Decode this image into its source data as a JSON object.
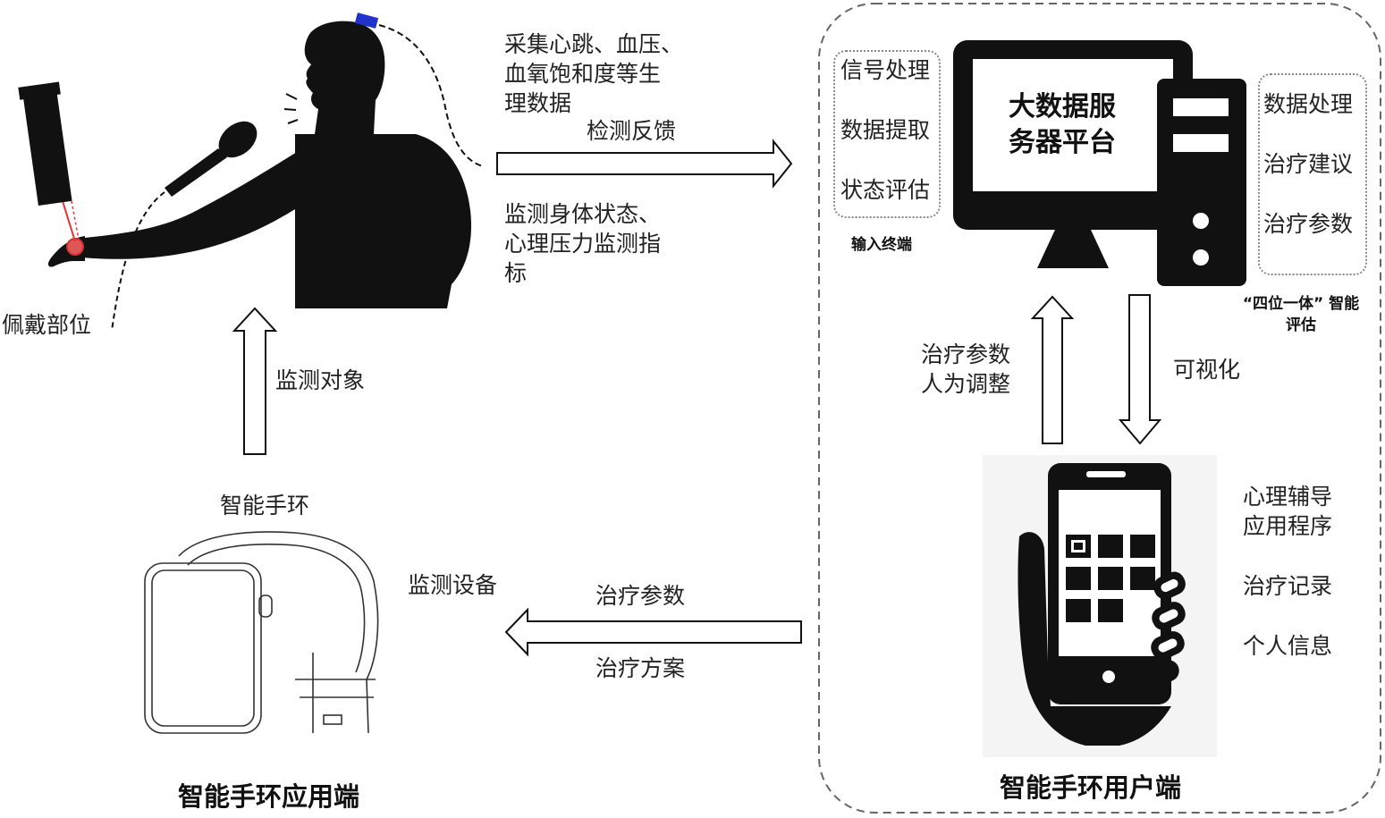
{
  "left": {
    "wearing_position": "佩戴部位",
    "collect_text": [
      "采集心跳、血压、",
      "血氧饱和度等生",
      "理数据"
    ],
    "arrow_top_label": "检测反馈",
    "monitor_text": [
      "监测身体状态、",
      "心理压力监测指",
      "标"
    ],
    "monitor_object": "监测对象",
    "smart_band": "智能手环",
    "monitor_device": "监测设备",
    "bottom_arrow_top": "治疗参数",
    "bottom_arrow_bottom": "治疗方案",
    "section_title": "智能手环应用端"
  },
  "right": {
    "input_items": [
      "信号处理",
      "数据提取",
      "状态评估"
    ],
    "input_label": "输入终端",
    "server_title": [
      "大数据服",
      "务器平台"
    ],
    "output_items": [
      "数据处理",
      "治疗建议",
      "治疗参数"
    ],
    "output_label": [
      "“四位一体” 智能",
      "评估"
    ],
    "up_arrow_label": [
      "治疗参数",
      "人为调整"
    ],
    "down_arrow_label": "可视化",
    "app_items": [
      "心理辅导",
      "应用程序",
      "治疗记录",
      "个人信息"
    ],
    "section_title": "智能手环用户端"
  }
}
